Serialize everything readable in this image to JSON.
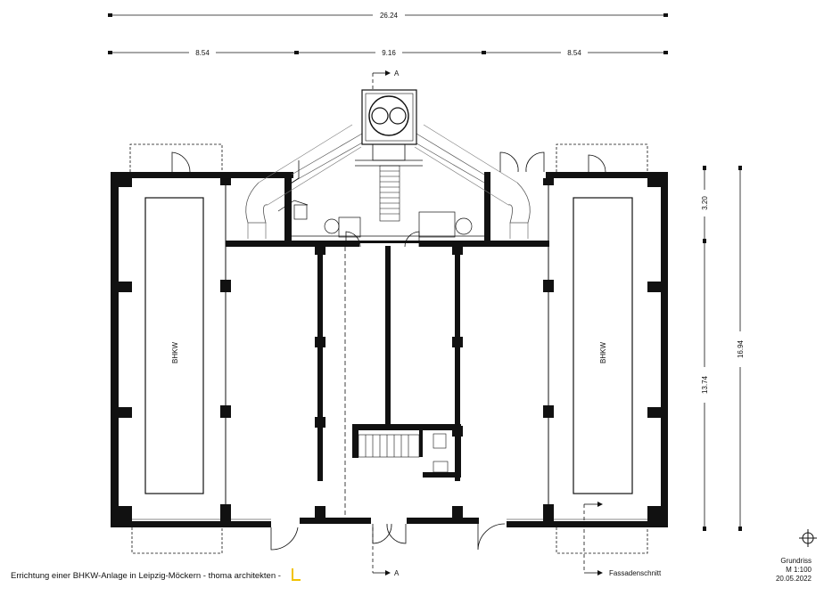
{
  "dimensions": {
    "total_width": "26.24",
    "left_bay": "8.54",
    "middle_bay": "9.16",
    "right_bay": "8.54",
    "annex_depth": "3.20",
    "hall_depth": "13.74",
    "total_depth": "16.94"
  },
  "rooms": {
    "left_unit": "BHKW",
    "right_unit": "BHKW"
  },
  "section_marks": {
    "top": "A",
    "bottom": "A",
    "facade": "Fassadenschnitt"
  },
  "title_block": {
    "type": "Grundriss",
    "scale": "M 1:100",
    "date": "20.05.2022"
  },
  "footer": {
    "caption": "Errichtung einer BHKW-Anlage in Leipzig-Möckern - thoma architekten -",
    "logo_color": "#f2c200"
  },
  "icons": [
    "north-compass-icon",
    "door-swing-icon",
    "staircase-icon",
    "chimney-icon"
  ]
}
